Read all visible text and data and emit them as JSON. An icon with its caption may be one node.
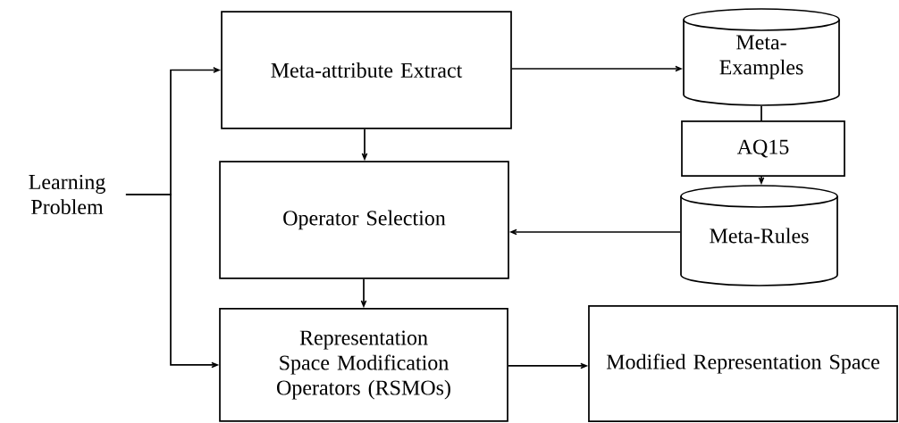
{
  "diagram": {
    "nodes": [
      {
        "text": [
          "Learning Problem"
        ]
      },
      {
        "text": [
          "Meta-attribute Extract"
        ]
      },
      {
        "text": [
          "Meta-Examples"
        ]
      },
      {
        "text": [
          "AQ15"
        ]
      },
      {
        "text": [
          "Operator Selection"
        ]
      },
      {
        "text": [
          "Meta-Rules"
        ]
      },
      {
        "text": [
          "Representation Space Modification Operators (RSMOs)"
        ]
      },
      {
        "text": [
          "Modified Representation Space"
        ]
      }
    ],
    "edges": [
      {
        "from": 0,
        "to": 1,
        "arrow": "to"
      },
      {
        "from": 0,
        "to": 6,
        "arrow": "to"
      },
      {
        "from": 1,
        "to": 2,
        "arrow": "to"
      },
      {
        "from": 1,
        "to": 4,
        "arrow": "to"
      },
      {
        "from": 2,
        "to": 3,
        "arrow": "none"
      },
      {
        "from": 3,
        "to": 5,
        "arrow": "to"
      },
      {
        "from": 5,
        "to": 4,
        "arrow": "to"
      },
      {
        "from": 4,
        "to": 6,
        "arrow": "to"
      },
      {
        "from": 6,
        "to": 7,
        "arrow": "to"
      }
    ]
  }
}
